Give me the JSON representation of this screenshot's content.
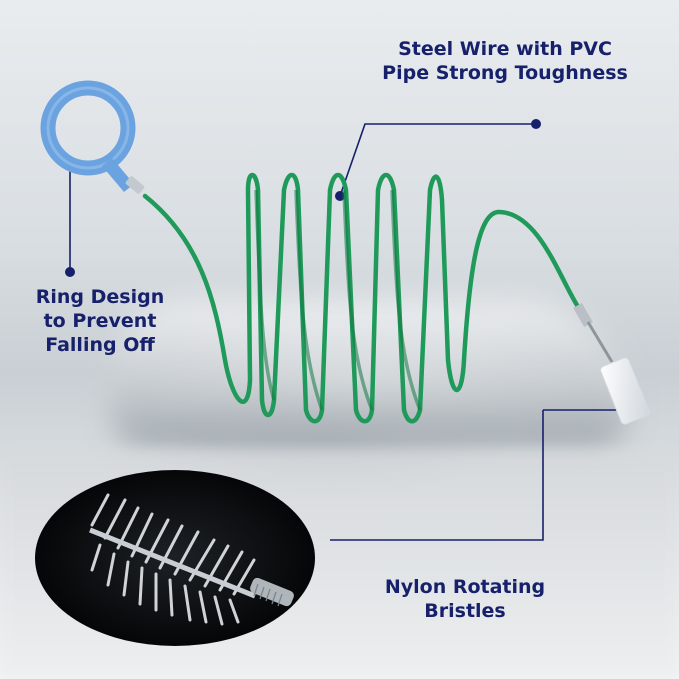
{
  "labels": {
    "steel": {
      "line1": "Steel Wire with PVC",
      "line2": "Pipe Strong Toughness"
    },
    "ring": {
      "line1": "Ring Design",
      "line2": "to Prevent",
      "line3": "Falling Off"
    },
    "nylon": {
      "line1": "Nylon Rotating",
      "line2": "Bristles"
    }
  },
  "colors": {
    "text": "#16206b",
    "wire": "#1f9a5a",
    "ring": "#6aa3e0",
    "callout_line": "#16206b"
  }
}
